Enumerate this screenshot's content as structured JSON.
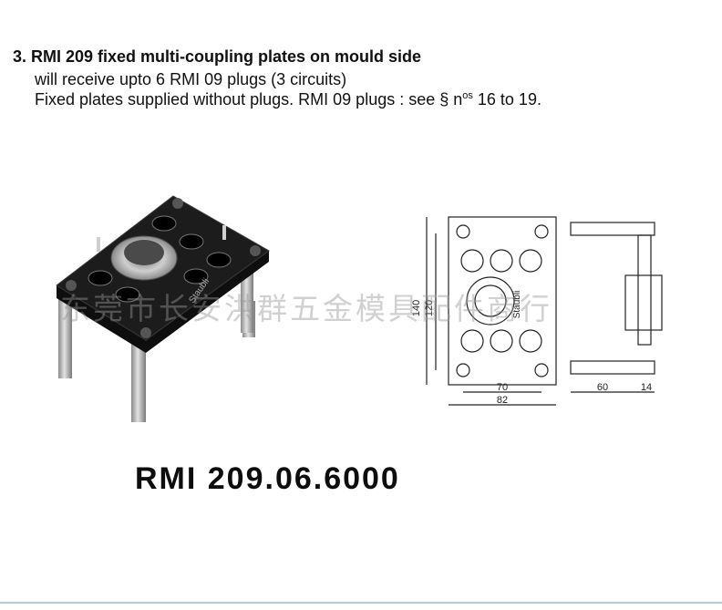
{
  "header": {
    "title": "3. RMI 209 fixed multi-coupling plates on mould side",
    "line1": "will receive upto 6 RMI 09 plugs (3 circuits)",
    "line2_a": "Fixed plates supplied without plugs. RMI 09 plugs : see § n",
    "line2_sup": "os",
    "line2_b": " 16 to 19."
  },
  "photo": {
    "plate_mark": "Staubli"
  },
  "drawing": {
    "dims": {
      "d140": "140",
      "d120": "120",
      "d70": "70",
      "d82": "82",
      "d60": "60",
      "d14": "14"
    },
    "plate_mark": "Staubli"
  },
  "reference": "RMI 209.06.6000",
  "watermark": "东莞市长安洪群五金模具配件商行",
  "colors": {
    "plate": "#1c1c1c",
    "leg": "#b8b8b8",
    "line": "#222222",
    "rule": "#b5cdd7"
  }
}
